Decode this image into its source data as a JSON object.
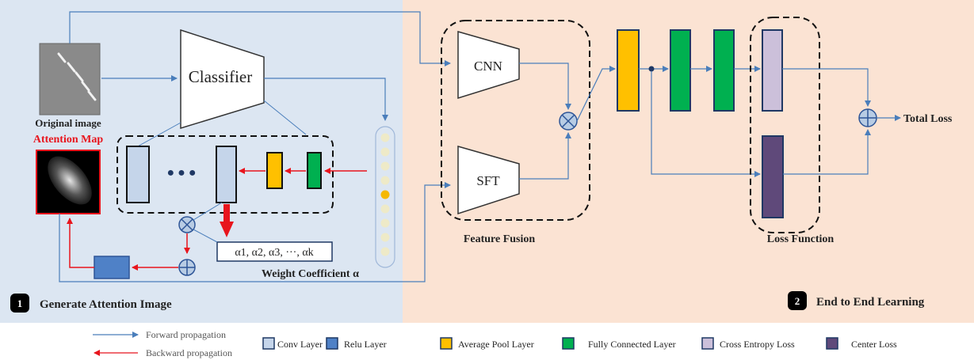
{
  "section1": {
    "number": "1",
    "title": "Generate Attention Image"
  },
  "section2": {
    "number": "2",
    "title": "End to End Learning"
  },
  "labels": {
    "original_image": "Original image",
    "attention_map": "Attention Map",
    "classifier": "Classifier",
    "ellipsis": "● ● ●",
    "alpha_list": "α1, α2, α3, ···, αk",
    "weight_coefficient": "Weight Coefficient α",
    "cnn": "CNN",
    "sft": "SFT",
    "feature_fusion": "Feature Fusion",
    "loss_function": "Loss Function",
    "total_loss": "Total Loss"
  },
  "legend": {
    "forward": "Forward propagation",
    "backward": "Backward propagation",
    "items": [
      "Conv Layer",
      "Relu Layer",
      "Average Pool Layer",
      "Fully Connected Layer",
      "Cross Entropy Loss",
      "Center Loss"
    ]
  },
  "colors": {
    "panel_left": "#dce6f2",
    "panel_right": "#fbe3d3",
    "conv": "#c5d5ea",
    "relu": "#4f81c7",
    "avg_pool": "#ffc000",
    "fc": "#00b050",
    "cross_entropy": "#ccc0da",
    "center_loss": "#5f497a",
    "forward_arrow": "#4a7ebb",
    "backward_arrow": "#e8151d"
  }
}
